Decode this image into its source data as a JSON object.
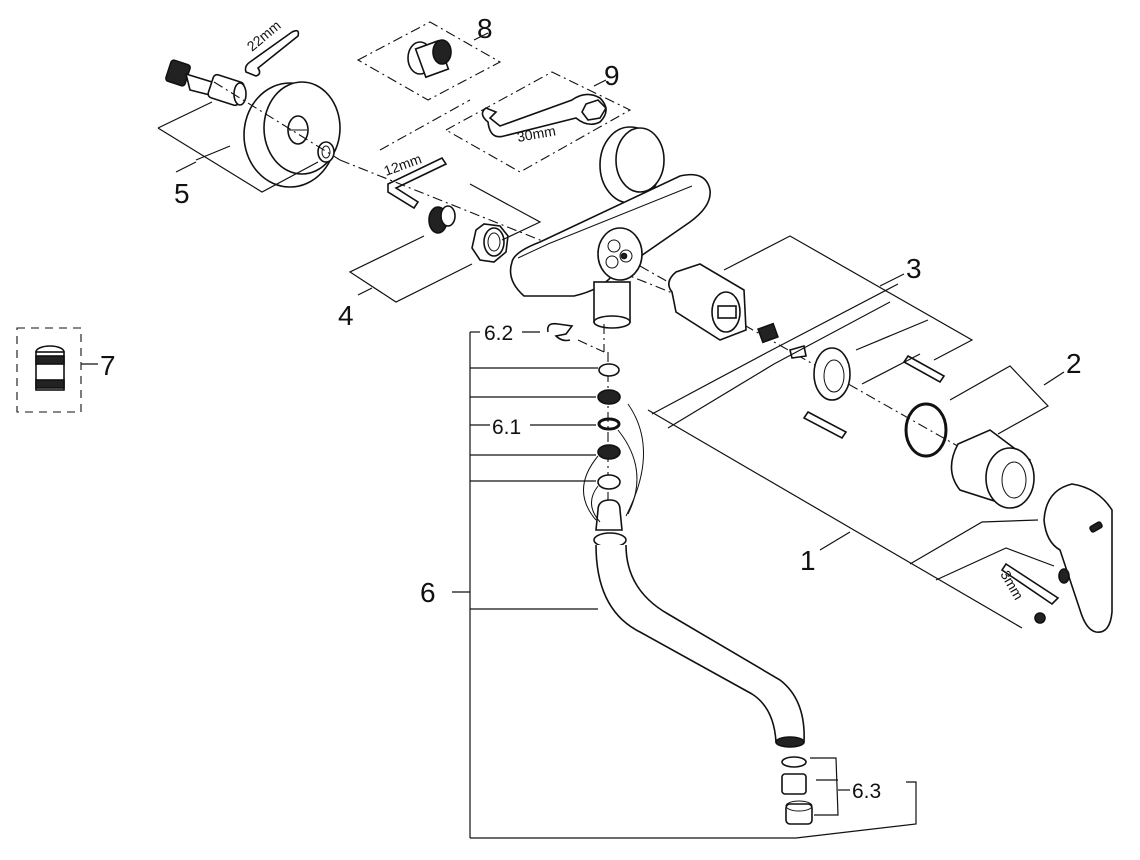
{
  "diagram": {
    "type": "exploded-parts-view",
    "subject": "wall-mounted single-lever faucet",
    "callouts": [
      {
        "id": "1",
        "label": "1"
      },
      {
        "id": "2",
        "label": "2"
      },
      {
        "id": "3",
        "label": "3"
      },
      {
        "id": "4",
        "label": "4"
      },
      {
        "id": "5",
        "label": "5"
      },
      {
        "id": "6",
        "label": "6"
      },
      {
        "id": "6.1",
        "label": "6.1"
      },
      {
        "id": "6.2",
        "label": "6.2"
      },
      {
        "id": "6.3",
        "label": "6.3"
      },
      {
        "id": "7",
        "label": "7"
      },
      {
        "id": "8",
        "label": "8"
      },
      {
        "id": "9",
        "label": "9"
      }
    ],
    "tool_labels": {
      "wrench_22": "22mm",
      "hex_key_12": "12mm",
      "wrench_30": "30mm",
      "hex_key_3": "3mm"
    }
  }
}
